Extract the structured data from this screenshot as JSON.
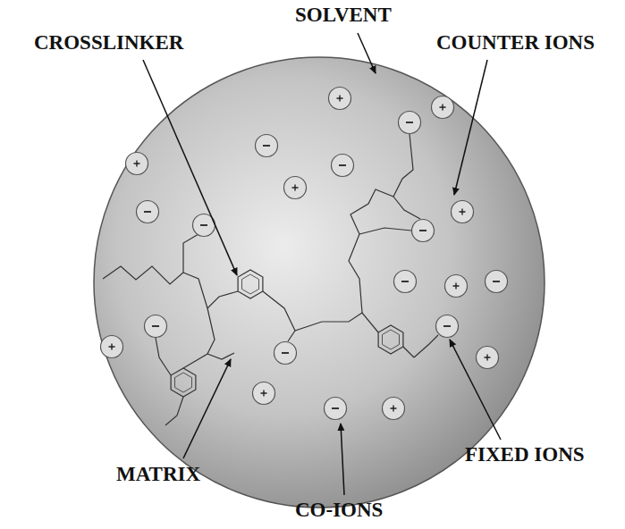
{
  "diagram": {
    "labels": [
      "SOLVENT",
      "CROSSLINKER",
      "COUNTER IONS",
      "FIXED IONS",
      "MATRIX",
      "CO-IONS"
    ]
  }
}
